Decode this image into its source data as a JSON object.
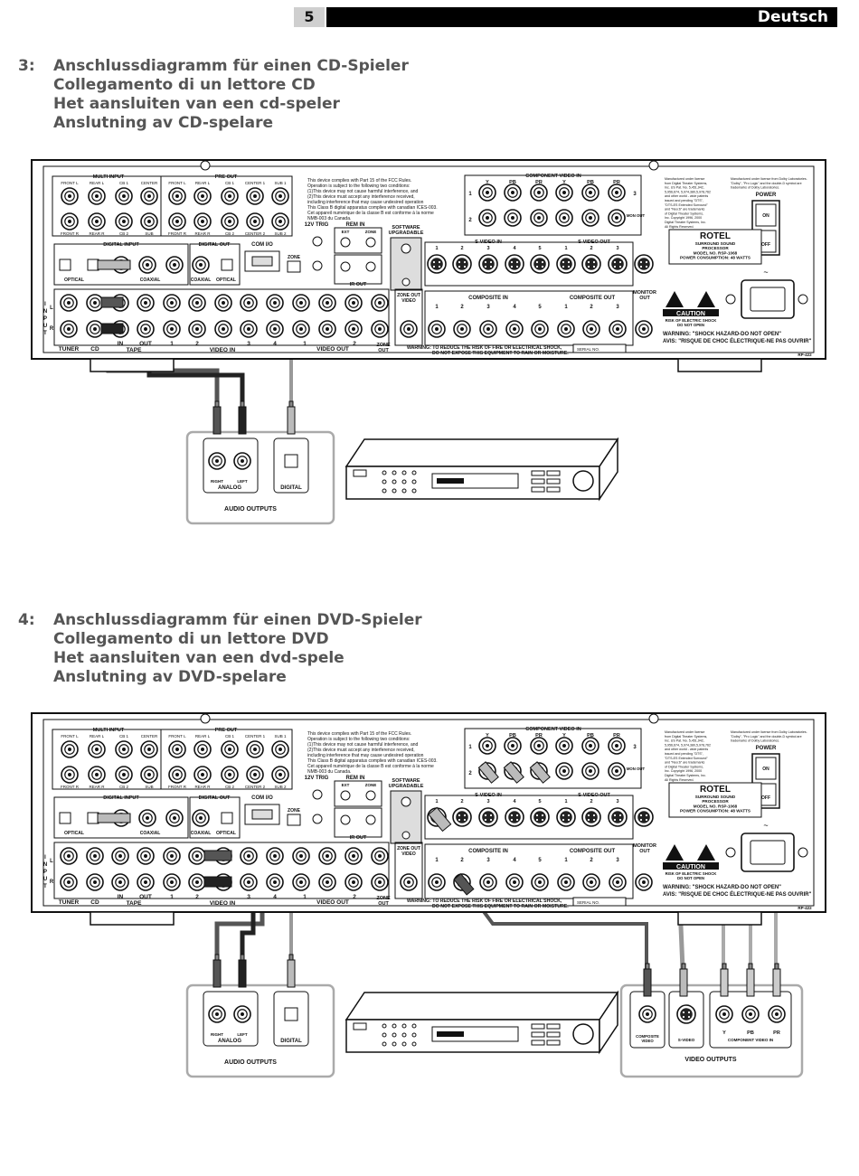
{
  "header": {
    "page_number": "5",
    "language": "Deutsch"
  },
  "sections": [
    {
      "number": "3:",
      "titles": [
        "Anschlussdiagramm für einen CD-Spieler",
        "Collegamento di un lettore CD",
        "Het aansluiten van een cd-speler",
        "Anslutning av CD-spelare"
      ]
    },
    {
      "number": "4:",
      "titles": [
        "Anschlussdiagramm für einen DVD-Spieler",
        "Collegamento di un lettore DVD",
        "Het aansluiten van een dvd-spele",
        "Anslutning av DVD-spelare"
      ]
    }
  ],
  "receiver": {
    "multi_input": "MULTI INPUT",
    "pre_out": "PRE OUT",
    "row1": [
      "FRONT L",
      "REAR L",
      "CB 1",
      "CENTER",
      "FRONT L",
      "REAR L",
      "CB 1",
      "CENTER 1",
      "SUB 1"
    ],
    "row2": [
      "FRONT R",
      "REAR R",
      "CB 2",
      "SUB",
      "FRONT R",
      "REAR R",
      "CB 2",
      "CENTER 2",
      "SUB 2"
    ],
    "fcc": [
      "This device complies with Part 15 of the FCC Rules.",
      "Operation is subject to the following two conditions:",
      "(1)This device may not cause harmful interference, and",
      "(2)This device must accept any interference received,",
      "including interference that may cause undesired operation",
      "This Class B digital apparatus complies with canadian ICES-003.",
      "Cet appareil numérique de la classe B est conforme à la norme",
      "NMB-003 du Canada."
    ],
    "component_video_in": "COMPONENT VIDEO IN",
    "component_cols": [
      "Y",
      "PB",
      "PR",
      "Y",
      "PB",
      "PR"
    ],
    "comp_row_labels": [
      "1",
      "2",
      "3"
    ],
    "mon_out": "MON OUT",
    "dts_note": [
      "Manufactured under license",
      "from Digital Theater Systems,",
      "Inc. US Pat. No. 5,451,942,",
      "5,956,674, 5,974,380,5,978,762",
      "and other world - wide patents",
      "issued and pending \"DTS\",",
      "\"DTS-ES Extended Surround\"",
      "and \"Neo:6\" are trademarks",
      "of Digital Theater Systems,",
      "Inc. Copyright 1996, 2000",
      "Digital Theater Systems, Inc.",
      "All Rights Reserved."
    ],
    "dolby_note": [
      "Manufactured under license from Dolby Laboratories.",
      "\"Dolby\", \"Pro Logic\" and the double-D symbol are",
      "trademarks of Dolby Laboratories."
    ],
    "power": "POWER",
    "on": "ON",
    "off": "OFF",
    "digital_input": "DIGITAL INPUT",
    "digital_out": "DIGITAL OUT",
    "com_io": "COM I/O",
    "optical": "OPTICAL",
    "coaxial": "COAXIAL",
    "coaxial2": "COAXIAL",
    "optical2": "OPTICAL",
    "zone": "ZONE",
    "trig": "12V TRIG",
    "rem_in": "REM IN",
    "ext": "EXT",
    "zone2": "ZONE",
    "ir_out": "IR OUT",
    "software": "SOFTWARE",
    "upgradable": "UPGRADABLE",
    "svideo_in": "S-VIDEO IN",
    "svideo_out": "S-VIDEO OUT",
    "svid_in_nums": [
      "1",
      "2",
      "3",
      "4",
      "5"
    ],
    "svid_out_nums": [
      "1",
      "2",
      "3"
    ],
    "rotel": "ROTEL",
    "model_lines": [
      "SURROUND SOUND",
      "PROCESSOR",
      "MODEL NO. RSP-1068",
      "POWER CONSUMPTION: 48 WATTS"
    ],
    "zone_out_video": [
      "ZONE OUT",
      "VIDEO"
    ],
    "composite_in": "COMPOSITE IN",
    "composite_out": "COMPOSITE OUT",
    "monitor_out": [
      "MONITOR",
      "OUT"
    ],
    "caution": "CAUTION",
    "caution_sub": [
      "RISK OF ELECTRIC SHOCK",
      "DO NOT OPEN"
    ],
    "warning1": "WARNING: \"SHOCK HAZARD-DO NOT OPEN\"",
    "warning2": "AVIS: \"RISQUE DE CHOC ÉLECTRIQUE-NE PAS OUVRIR\"",
    "input_letters": [
      "I",
      "N",
      "P",
      "U",
      "T"
    ],
    "L": "L",
    "R": "R",
    "bottom_labels": [
      "TUNER",
      "CD",
      "IN",
      "OUT",
      "TAPE",
      "1",
      "2",
      "VIDEO IN",
      "3",
      "4",
      "5",
      "1",
      "VIDEO OUT",
      "2",
      "3",
      "ZONE",
      "OUT"
    ],
    "warning_fire": [
      "WARNING: TO REDUCE THE RISK OF FIRE OR ELECTRICAL SHOCK,",
      "DO NOT EXPOSE THIS EQUIPMENT TO RAIN OR MOISTURE."
    ],
    "serial": "SERIAL NO.",
    "rp": "RP-422"
  },
  "audio_outputs": {
    "right": "RIGHT",
    "left": "LEFT",
    "analog": "ANALOG",
    "digital": "DIGITAL",
    "title": "AUDIO OUTPUTS"
  },
  "video_outputs": {
    "composite": [
      "COMPOSITE",
      "VIDEO"
    ],
    "svideo": "S-VIDEO",
    "y": "Y",
    "pb": "PB",
    "pr": "PR",
    "component_in": "COMPONENT VIDEO IN",
    "title": "VIDEO OUTPUTS"
  }
}
